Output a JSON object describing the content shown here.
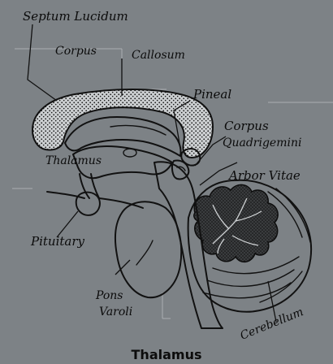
{
  "labels": {
    "septum_lucidum": "Septum Lucidum",
    "corpus_callosum_1": "Corpus",
    "corpus_callosum_2": "Callosum",
    "pineal": "Pineal",
    "corpus_quadrigemini_1": "Corpus",
    "corpus_quadrigemini_2": "Quadrigemini",
    "thalamus": "Thalamus",
    "arbor_vitae": "Arbor Vitae",
    "pituitary": "Pituitary",
    "pons_varoli_1": "Pons",
    "pons_varoli_2": "Varoli",
    "cerebellum": "Cerebellum"
  },
  "caption": "Thalamus",
  "colors": {
    "background": "#7d8286",
    "ink": "#111111",
    "stipple_fill": "#cdd0d2"
  }
}
